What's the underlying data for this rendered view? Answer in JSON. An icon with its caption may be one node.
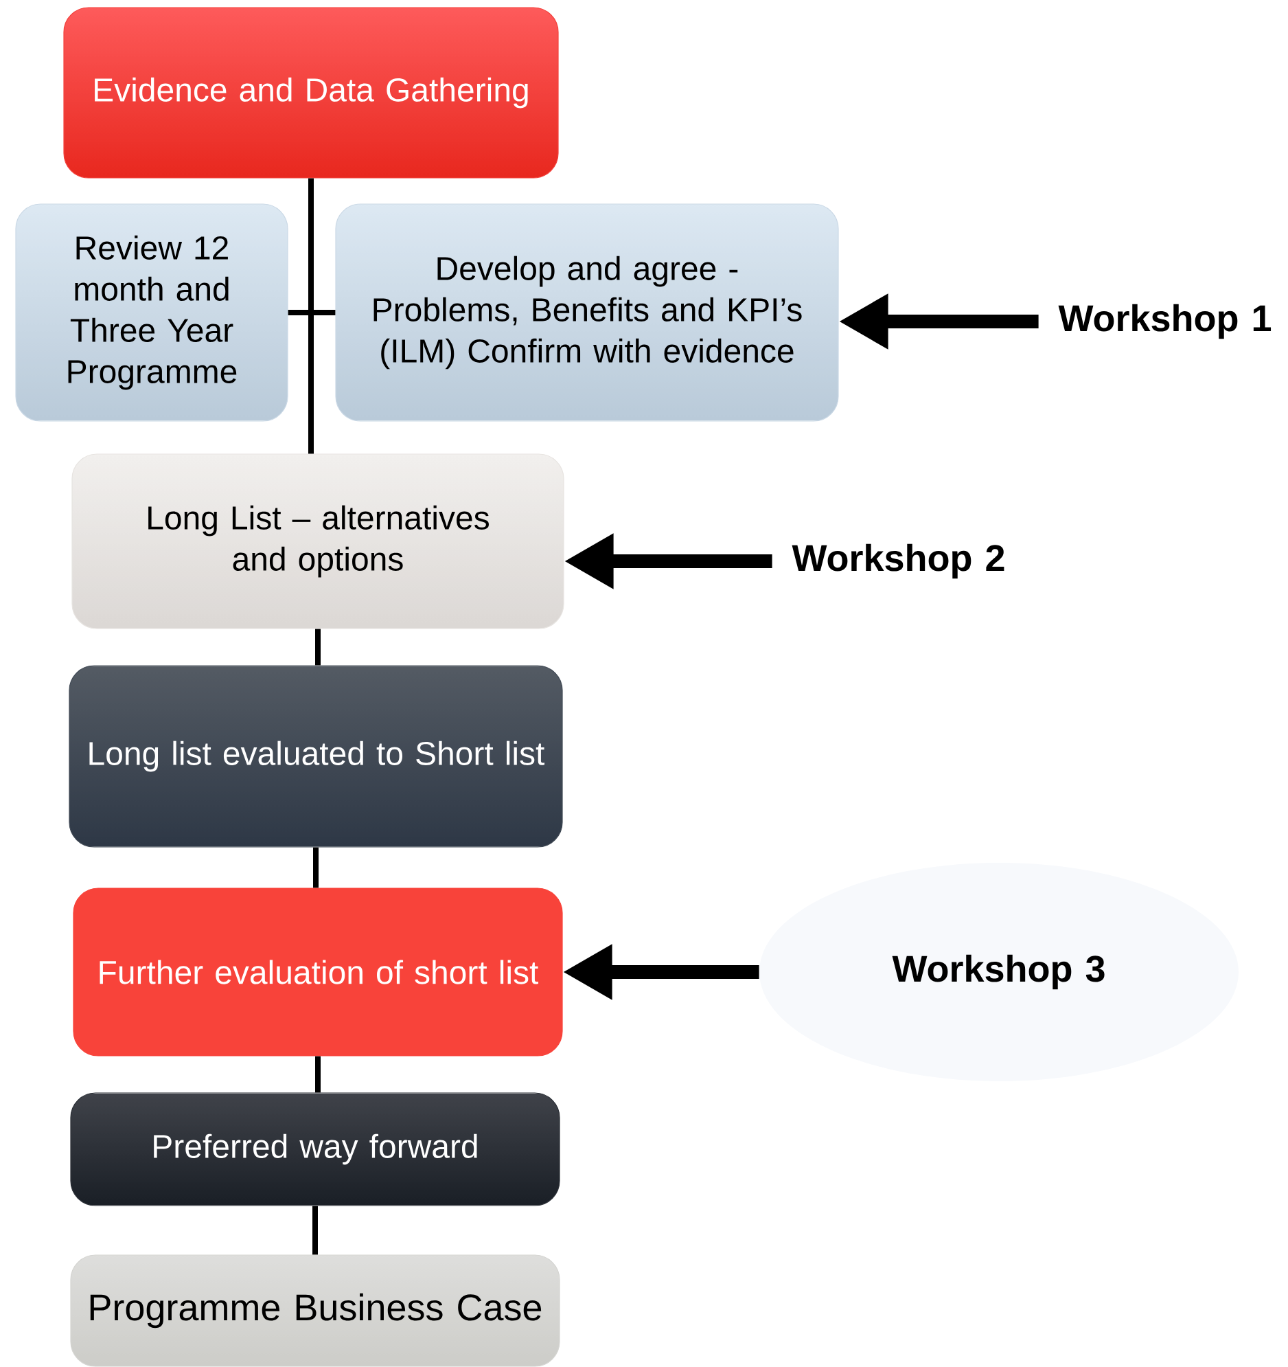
{
  "diagram": {
    "nodes": [
      {
        "text": [
          "Evidence and Data Gathering"
        ]
      },
      {
        "text": [
          "Review 12 month and Three Year Programme"
        ]
      },
      {
        "text": [
          "Develop and agree - Problems, Benefits and KPI’s (ILM) Confirm with evidence"
        ]
      },
      {
        "text": [
          "Long List – alternatives and options"
        ]
      },
      {
        "text": [
          "Long list evaluated to Short list"
        ]
      },
      {
        "text": [
          "Further evaluation of short list"
        ]
      },
      {
        "text": [
          "Preferred way forward"
        ]
      },
      {
        "text": [
          "Programme Business Case"
        ]
      },
      {
        "text": [
          "Workshop 1"
        ]
      },
      {
        "text": [
          "Workshop 2"
        ]
      },
      {
        "text": [
          "Workshop 3"
        ]
      }
    ],
    "edges": [
      {
        "from": 0,
        "to": 3,
        "arrow": "none"
      },
      {
        "from": 1,
        "to": 2,
        "arrow": "none"
      },
      {
        "from": 3,
        "to": 4,
        "arrow": "none"
      },
      {
        "from": 4,
        "to": 5,
        "arrow": "none"
      },
      {
        "from": 5,
        "to": 6,
        "arrow": "none"
      },
      {
        "from": 6,
        "to": 7,
        "arrow": "none"
      },
      {
        "from": 8,
        "to": 2,
        "arrow": "to",
        "style": "thick"
      },
      {
        "from": 9,
        "to": 3,
        "arrow": "to",
        "style": "thick"
      },
      {
        "from": 10,
        "to": 5,
        "arrow": "to",
        "style": "thick"
      }
    ]
  }
}
